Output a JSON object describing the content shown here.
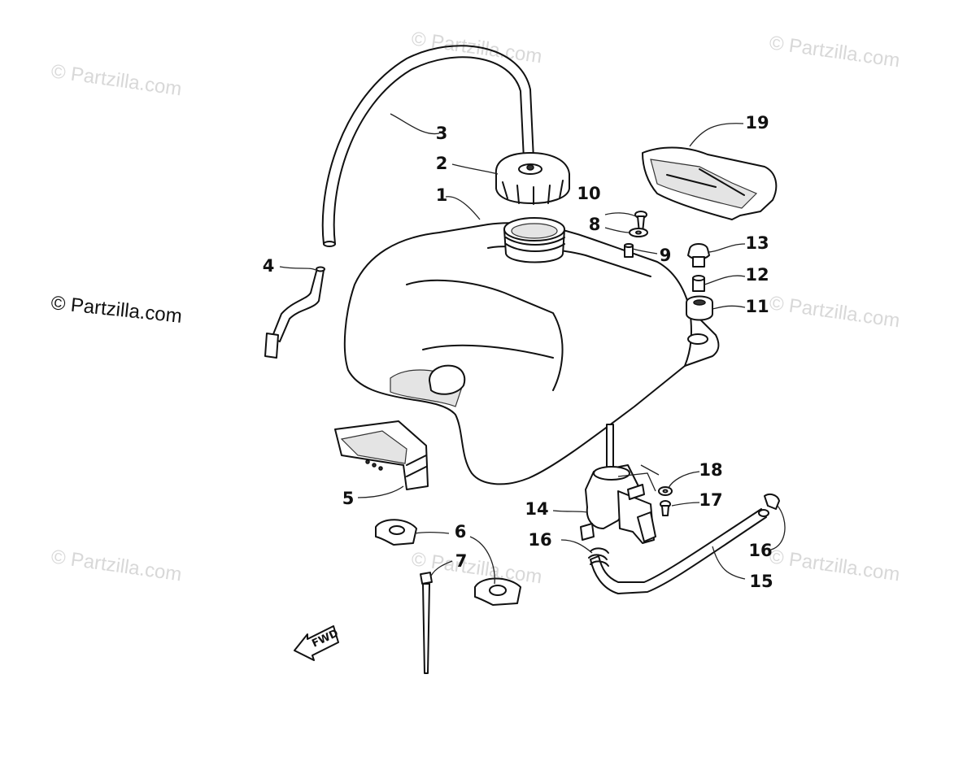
{
  "watermarks": {
    "faint": "© Partzilla.com",
    "main": "© Partzilla.com"
  },
  "direction_label": "FWD",
  "callouts": {
    "c1": "1",
    "c2": "2",
    "c3": "3",
    "c4": "4",
    "c5": "5",
    "c6": "6",
    "c7": "7",
    "c8": "8",
    "c9": "9",
    "c10": "10",
    "c11": "11",
    "c12": "12",
    "c13": "13",
    "c14": "14",
    "c15": "15",
    "c16a": "16",
    "c16b": "16",
    "c17": "17",
    "c18": "18",
    "c19": "19"
  }
}
